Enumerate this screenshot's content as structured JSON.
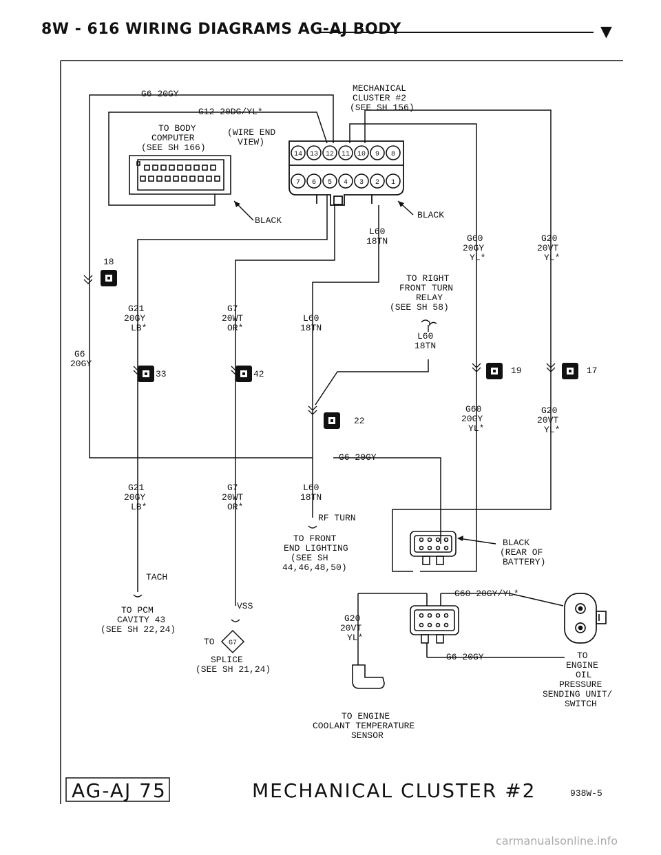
{
  "header": {
    "title": "8W - 616   WIRING DIAGRAMS AG-AJ BODY",
    "marker": "▼"
  },
  "cluster": {
    "name_line1": "MECHANICAL",
    "name_line2": "CLUSTER #2",
    "name_line3": "(SEE SH 156)",
    "pins_top": [
      "14",
      "13",
      "12",
      "11",
      "10",
      "9",
      "8"
    ],
    "pins_bottom": [
      "7",
      "6",
      "5",
      "4",
      "3",
      "2",
      "1"
    ],
    "connector_color": "BLACK"
  },
  "body_computer": {
    "line1": "TO BODY",
    "line2": "COMPUTER",
    "line3": "(SEE SH 166)",
    "view_line1": "(WIRE END",
    "view_line2": "VIEW)",
    "connector_color": "BLACK"
  },
  "wires": {
    "g6_top": "G6 20GY",
    "g12": "G12 20DG/YL*",
    "g6_left_line1": "G6",
    "g6_left_line2": "20GY",
    "g21_line1": "G21",
    "g21_line2": "20GY",
    "g21_line3": "LB*",
    "g7_line1": "G7",
    "g7_line2": "20WT",
    "g7_line3": "OR*",
    "l60_line1": "L60",
    "l60_line2": "18TN",
    "g60_line1": "G60",
    "g60_line2": "20GY",
    "g60_line3": "YL*",
    "g20_line1": "G20",
    "g20_line2": "20VT",
    "g20_line3": "YL*",
    "g6_mid": "G6 20GY",
    "g60_bottom": "G60 20GY/YL*",
    "g6_bottom": "G6 20GY"
  },
  "connectors": {
    "c18": "18",
    "c33": "33",
    "c42": "42",
    "c22": "22",
    "c19": "19",
    "c17": "17"
  },
  "destinations": {
    "rf_relay": [
      "TO RIGHT",
      "FRONT TURN",
      "RELAY",
      "(SEE SH 58)"
    ],
    "front_lighting": [
      "TO FRONT",
      "END LIGHTING",
      "(SEE SH",
      "44,46,48,50)"
    ],
    "rf_turn": "RF TURN",
    "tach": "TACH",
    "pcm": [
      "TO PCM",
      "CAVITY 43",
      "(SEE SH 22,24)"
    ],
    "vss": "VSS",
    "splice_to": "TO",
    "splice_id": "G7",
    "splice": [
      "SPLICE",
      "(SEE SH 21,24)"
    ],
    "battery_connector": [
      "BLACK",
      "(REAR OF",
      "BATTERY)"
    ],
    "oil_pressure": [
      "TO",
      "ENGINE",
      "OIL",
      "PRESSURE",
      "SENDING UNIT/",
      "SWITCH"
    ],
    "coolant": [
      "TO ENGINE",
      "COOLANT TEMPERATURE",
      "SENSOR"
    ]
  },
  "footer": {
    "code": "AG-AJ  75",
    "title": "MECHANICAL CLUSTER #2",
    "figure_id": "938W-5"
  },
  "watermark": "carmanualsonline.info"
}
